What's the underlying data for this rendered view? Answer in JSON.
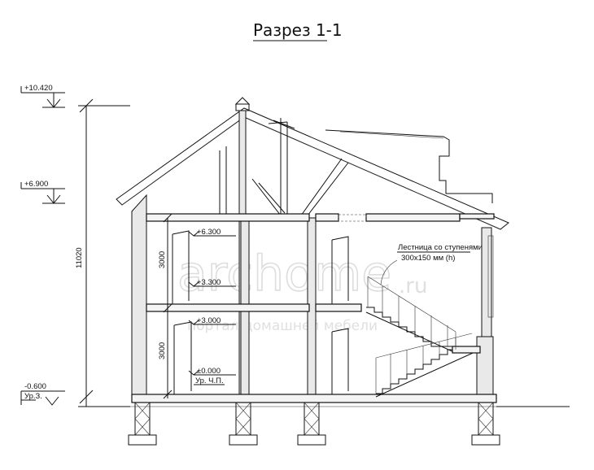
{
  "title": "Разрез 1-1",
  "left_levels": [
    {
      "id": "roof-ridge-level",
      "label": "+10.420"
    },
    {
      "id": "eave-level",
      "label": "+6.900"
    },
    {
      "id": "ground-level",
      "label": "-0.600",
      "sublabel": "Ур.З."
    }
  ],
  "inner_levels": [
    {
      "id": "level-6300",
      "label": "+6.300"
    },
    {
      "id": "level-3300",
      "label": "+3.300"
    },
    {
      "id": "level-3000",
      "label": "+3.000"
    },
    {
      "id": "level-0000",
      "label": "±0.000",
      "sublabel": "Ур. Ч.П."
    }
  ],
  "dimensions": {
    "total_height": "11020",
    "floor2_height": "3000",
    "floor1_height": "3000"
  },
  "stair_note": {
    "line1": "Лестница со ступенями",
    "line2": "300х150 мм (h)"
  },
  "watermark": {
    "brand": "archome",
    "tld": ".ru",
    "tagline": "портал домашней мебели"
  }
}
